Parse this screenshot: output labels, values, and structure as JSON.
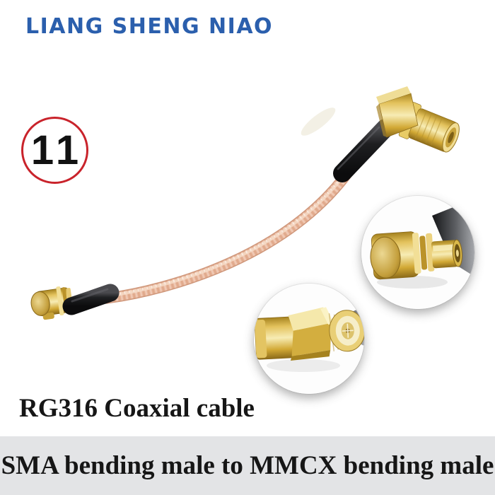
{
  "brand": {
    "text": "LIANG SHENG NIAO"
  },
  "badge": {
    "number": "11"
  },
  "caption": {
    "text": "RG316 Coaxial cable"
  },
  "banner": {
    "text": "SMA bending male to MMCX bending male"
  },
  "photo": {
    "description": "Pink RG316 coaxial cable with gold right-angle SMA male connector (top right) and gold right-angle MMCX male connector (bottom left), with two round close-up insets of the connectors"
  },
  "colors": {
    "brand-blue": "#2b5fad",
    "badge-red": "#c9232b",
    "badge-text": "#121212",
    "text-black": "#161616",
    "banner-bg": "#e3e4e6",
    "cable-pink": "#e9b599",
    "cable-edge": "#cf977b",
    "gold": "#d4ab35",
    "shrink-black": "#17181a"
  }
}
